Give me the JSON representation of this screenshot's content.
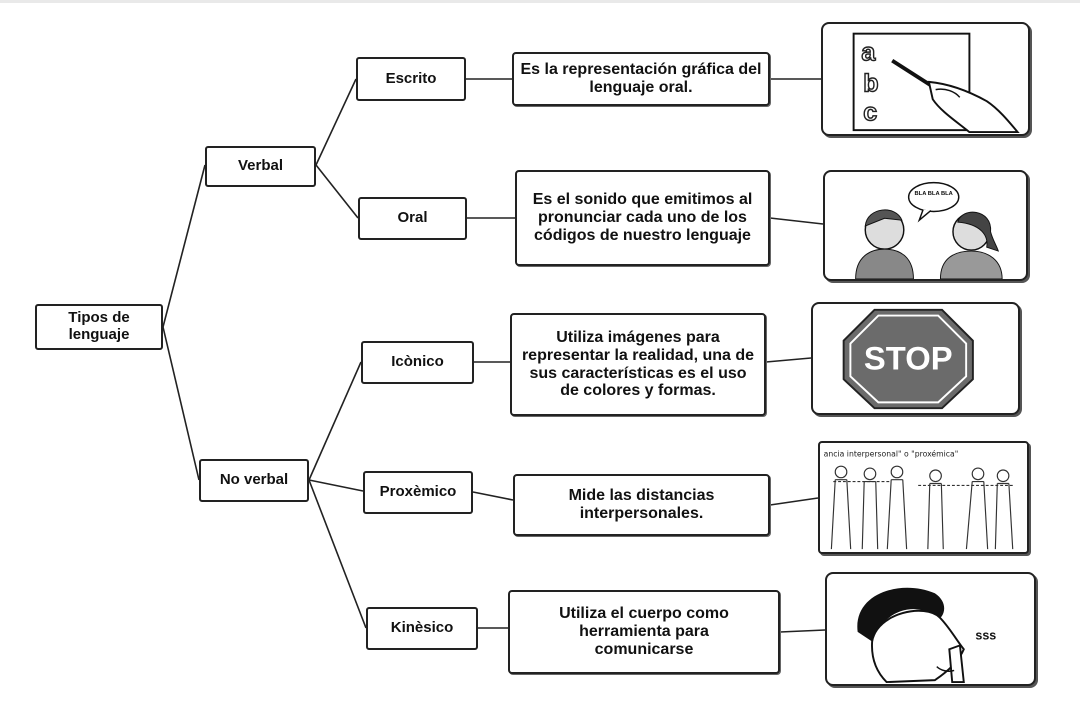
{
  "root": "Tipos de lenguaje",
  "branches": {
    "verbal": "Verbal",
    "no_verbal": "No verbal"
  },
  "types": {
    "escrito": "Escrito",
    "oral": "Oral",
    "iconico": "Icònico",
    "proxemico": "Proxèmico",
    "kinesico": "Kinèsico"
  },
  "descriptions": {
    "escrito": "Es la representación gráfica del lenguaje oral.",
    "oral": "Es el sonido que emitimos al pronunciar cada uno de los códigos de nuestro lenguaje",
    "iconico": "Utiliza imágenes para representar la realidad, una de sus características es el uso de colores y formas.",
    "proxemico": "Mide las distancias interpersonales.",
    "kinesico": "Utiliza el cuerpo como herramienta para comunicarse"
  },
  "images": {
    "escrito": {
      "icon": "writing-hand-icon",
      "letters": [
        "a",
        "b",
        "c"
      ]
    },
    "oral": {
      "icon": "two-people-talking-icon",
      "bubble": "BLA BLA BLA"
    },
    "iconico": {
      "icon": "stop-sign-icon",
      "sign_text": "STOP",
      "sign_color": "#6b6b6b"
    },
    "proxemico": {
      "icon": "people-distance-icon",
      "caption": "ancia interpersonal\" o \"proxémica\""
    },
    "kinesico": {
      "icon": "silence-gesture-icon",
      "sound": "sss"
    }
  }
}
